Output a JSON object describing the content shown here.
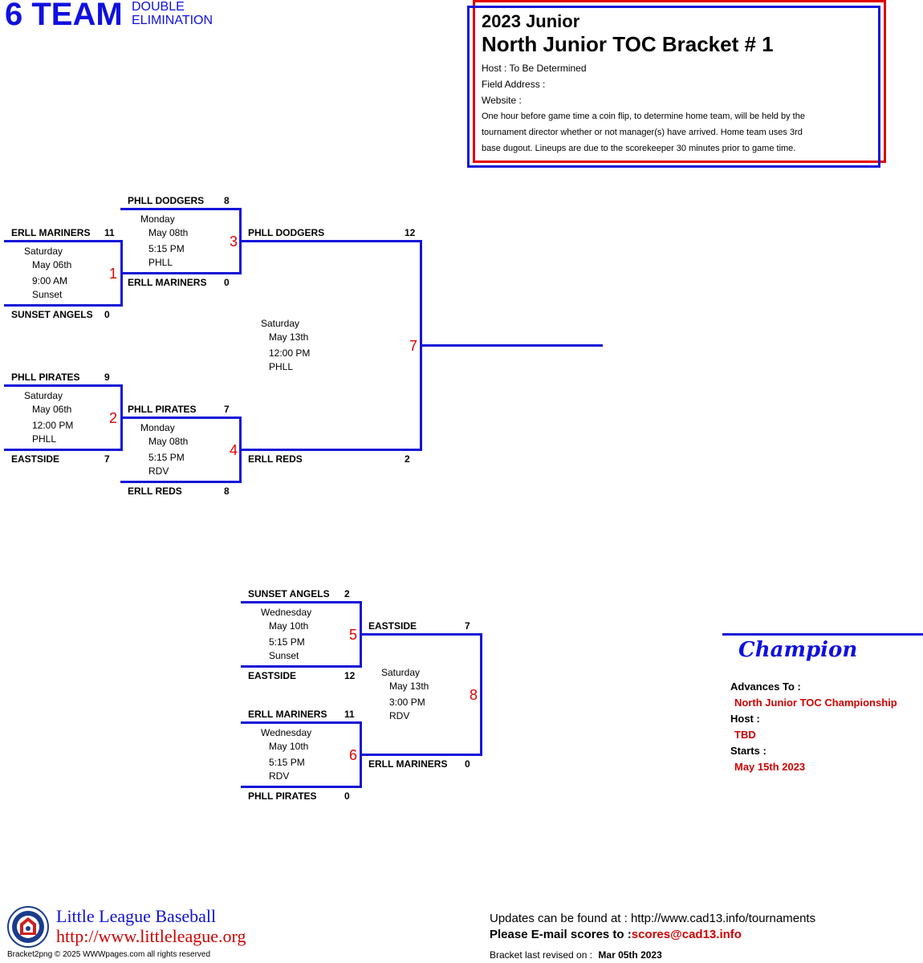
{
  "header": {
    "big": "6 TEAM",
    "small1": "DOUBLE",
    "small2": "ELIMINATION"
  },
  "infobox": {
    "year": "2023 Junior",
    "title": "North Junior TOC Bracket # 1",
    "host": "Host : To Be Determined",
    "field": "Field Address :",
    "website": "Website :",
    "note1": "One hour before game time a coin flip, to determine home team, will be held by the",
    "note2": "tournament director whether or not manager(s) have arrived. Home team uses 3rd",
    "note3": "base dugout. Lineups are due to the scorekeeper 30 minutes prior to game time."
  },
  "games": {
    "g1": {
      "num": "1",
      "top_team": "ERLL MARINERS",
      "top_score": "11",
      "bot_team": "SUNSET ANGELS",
      "bot_score": "0",
      "day": "Saturday",
      "date": "May 06th",
      "time": "9:00 AM",
      "loc": "Sunset"
    },
    "g2": {
      "num": "2",
      "top_team": "PHLL PIRATES",
      "top_score": "9",
      "bot_team": "EASTSIDE",
      "bot_score": "7",
      "day": "Saturday",
      "date": "May 06th",
      "time": "12:00 PM",
      "loc": "PHLL"
    },
    "g3": {
      "num": "3",
      "top_team": "PHLL DODGERS",
      "top_score": "8",
      "bot_team": "ERLL MARINERS",
      "bot_score": "0",
      "day": "Monday",
      "date": "May 08th",
      "time": "5:15 PM",
      "loc": "PHLL"
    },
    "g4": {
      "num": "4",
      "top_team": "PHLL PIRATES",
      "top_score": "7",
      "bot_team": "ERLL REDS",
      "bot_score": "8",
      "day": "Monday",
      "date": "May 08th",
      "time": "5:15 PM",
      "loc": "RDV"
    },
    "g7": {
      "num": "7",
      "top_team": "PHLL DODGERS",
      "top_score": "12",
      "bot_team": "ERLL REDS",
      "bot_score": "2",
      "day": "Saturday",
      "date": "May 13th",
      "time": "12:00 PM",
      "loc": "PHLL"
    },
    "g5": {
      "num": "5",
      "top_team": "SUNSET ANGELS",
      "top_score": "2",
      "bot_team": "EASTSIDE",
      "bot_score": "12",
      "day": "Wednesday",
      "date": "May 10th",
      "time": "5:15 PM",
      "loc": "Sunset"
    },
    "g6": {
      "num": "6",
      "top_team": "ERLL MARINERS",
      "top_score": "11",
      "bot_team": "PHLL PIRATES",
      "bot_score": "0",
      "day": "Wednesday",
      "date": "May 10th",
      "time": "5:15 PM",
      "loc": "RDV"
    },
    "g8": {
      "num": "8",
      "top_team": "EASTSIDE",
      "top_score": "7",
      "bot_team": "ERLL MARINERS",
      "bot_score": "0",
      "day": "Saturday",
      "date": "May 13th",
      "time": "3:00 PM",
      "loc": "RDV"
    }
  },
  "champion": {
    "title": "Champion",
    "advances_label": "Advances To :",
    "advances_value": "North Junior TOC Championship",
    "host_label": "Host :",
    "host_value": "TBD",
    "starts_label": "Starts :",
    "starts_value": "May 15th 2023"
  },
  "footer": {
    "lll_name": "Little League Baseball",
    "lll_url": "http://www.littleleague.org",
    "copyright": "Bracket2png © 2025 WWWpages.com all rights reserved",
    "updates": "Updates can be found at : http://www.cad13.info/tournaments",
    "email_label": "Please E-mail scores to :",
    "email": "scores@cad13.info",
    "revised_label": "Bracket last revised on :",
    "revised_date": "Mar 05th 2023"
  },
  "colors": {
    "bracket_line": "#1414d8",
    "game_number": "#e00000",
    "title_blue": "#1010e0"
  }
}
